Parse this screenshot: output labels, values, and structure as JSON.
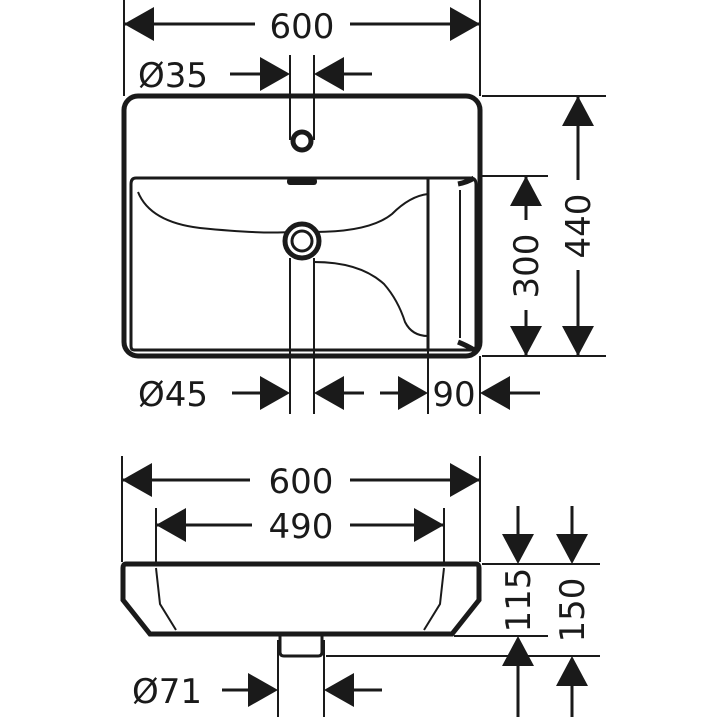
{
  "top_view": {
    "width": "600",
    "tap_hole": "Ø35",
    "waste": "Ø45",
    "side": "90",
    "bowl_depth": "300",
    "total_depth": "440"
  },
  "side_view": {
    "width": "600",
    "inner_width": "490",
    "height_inner": "115",
    "height_total": "150",
    "drain": "Ø71"
  }
}
